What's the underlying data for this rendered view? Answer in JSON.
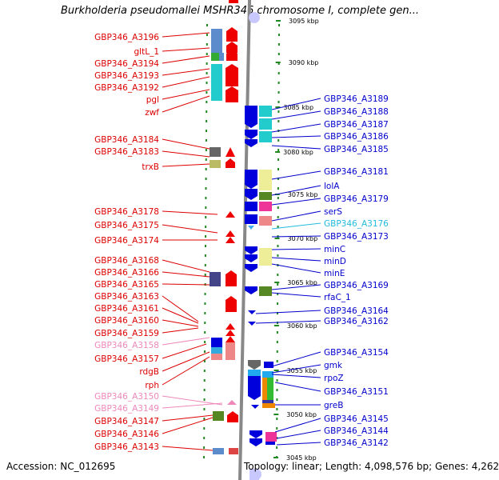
{
  "title": "Burkholderia pseudomallei MSHR346 chromosome I, complete gen...",
  "footer": {
    "accession": "Accession: NC_012695",
    "topology": "Topology: linear; Length: 4,098,576 bp; Genes: 4,262"
  },
  "colors": {
    "left_label": "#dd0000",
    "right_label": "#0000cc",
    "pink_label": "#ee88bb",
    "cyan_label": "#22bbdd",
    "backbone": "#888888",
    "dots": "#228822"
  },
  "ticks": [
    {
      "label": "3095 kbp"
    },
    {
      "label": "3090 kbp"
    },
    {
      "label": "3085 kbp"
    },
    {
      "label": "3080 kbp"
    },
    {
      "label": "3075 kbp"
    },
    {
      "label": "3070 kbp"
    },
    {
      "label": "3065 kbp"
    },
    {
      "label": "3060 kbp"
    },
    {
      "label": "3055 kbp"
    },
    {
      "label": "3050 kbp"
    },
    {
      "label": "3045 kbp"
    }
  ],
  "left_labels": [
    {
      "text": "GBP346_A3196",
      "tone": "red"
    },
    {
      "text": "gltL_1",
      "tone": "red"
    },
    {
      "text": "GBP346_A3194",
      "tone": "red"
    },
    {
      "text": "GBP346_A3193",
      "tone": "red"
    },
    {
      "text": "GBP346_A3192",
      "tone": "red"
    },
    {
      "text": "pgl",
      "tone": "red"
    },
    {
      "text": "zwf",
      "tone": "red"
    },
    {
      "text": "GBP346_A3184",
      "tone": "red"
    },
    {
      "text": "GBP346_A3183",
      "tone": "red"
    },
    {
      "text": "trxB",
      "tone": "red"
    },
    {
      "text": "GBP346_A3178",
      "tone": "red"
    },
    {
      "text": "GBP346_A3175",
      "tone": "red"
    },
    {
      "text": "GBP346_A3174",
      "tone": "red"
    },
    {
      "text": "GBP346_A3168",
      "tone": "red"
    },
    {
      "text": "GBP346_A3166",
      "tone": "red"
    },
    {
      "text": "GBP346_A3165",
      "tone": "red"
    },
    {
      "text": "GBP346_A3163",
      "tone": "red"
    },
    {
      "text": "GBP346_A3161",
      "tone": "red"
    },
    {
      "text": "GBP346_A3160",
      "tone": "red"
    },
    {
      "text": "GBP346_A3159",
      "tone": "red"
    },
    {
      "text": "GBP346_A3158",
      "tone": "pink"
    },
    {
      "text": "GBP346_A3157",
      "tone": "red"
    },
    {
      "text": "rdgB",
      "tone": "red"
    },
    {
      "text": "rph",
      "tone": "red"
    },
    {
      "text": "GBP346_A3150",
      "tone": "pink"
    },
    {
      "text": "GBP346_A3149",
      "tone": "pink"
    },
    {
      "text": "GBP346_A3147",
      "tone": "red"
    },
    {
      "text": "GBP346_A3146",
      "tone": "red"
    },
    {
      "text": "GBP346_A3143",
      "tone": "red"
    }
  ],
  "right_labels": [
    {
      "text": "GBP346_A3189",
      "tone": "blue"
    },
    {
      "text": "GBP346_A3188",
      "tone": "blue"
    },
    {
      "text": "GBP346_A3187",
      "tone": "blue"
    },
    {
      "text": "GBP346_A3186",
      "tone": "blue"
    },
    {
      "text": "GBP346_A3185",
      "tone": "blue"
    },
    {
      "text": "GBP346_A3181",
      "tone": "blue"
    },
    {
      "text": "lolA",
      "tone": "blue"
    },
    {
      "text": "GBP346_A3179",
      "tone": "blue"
    },
    {
      "text": "serS",
      "tone": "blue"
    },
    {
      "text": "GBP346_A3176",
      "tone": "cyan"
    },
    {
      "text": "GBP346_A3173",
      "tone": "blue"
    },
    {
      "text": "minC",
      "tone": "blue"
    },
    {
      "text": "minD",
      "tone": "blue"
    },
    {
      "text": "minE",
      "tone": "blue"
    },
    {
      "text": "GBP346_A3169",
      "tone": "blue"
    },
    {
      "text": "rfaC_1",
      "tone": "blue"
    },
    {
      "text": "GBP346_A3164",
      "tone": "blue"
    },
    {
      "text": "GBP346_A3162",
      "tone": "blue"
    },
    {
      "text": "GBP346_A3154",
      "tone": "blue"
    },
    {
      "text": "gmk",
      "tone": "blue"
    },
    {
      "text": "rpoZ",
      "tone": "blue"
    },
    {
      "text": "GBP346_A3151",
      "tone": "blue"
    },
    {
      "text": "greB",
      "tone": "blue"
    },
    {
      "text": "GBP346_A3145",
      "tone": "blue"
    },
    {
      "text": "GBP346_A3144",
      "tone": "blue"
    },
    {
      "text": "GBP346_A3142",
      "tone": "blue"
    }
  ]
}
